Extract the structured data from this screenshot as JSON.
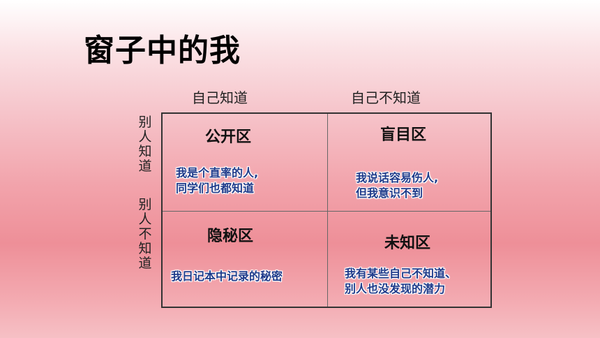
{
  "slide": {
    "title": "窗子中的我"
  },
  "columns": {
    "known_to_self": "自己知道",
    "unknown_to_self": "自己不知道"
  },
  "rows": {
    "known_to_others": "别人知道",
    "unknown_to_others": "别人不知道"
  },
  "quadrants": {
    "open": {
      "title": "公开区",
      "line1": "我是个直率的人,",
      "line2": "同学们也都知道"
    },
    "blind": {
      "title": "盲目区",
      "line1": "我说话容易伤人,",
      "line2": "但我意识不到"
    },
    "hidden": {
      "title": "隐秘区",
      "line1": "我日记本中记录的秘密"
    },
    "unknown": {
      "title": "未知区",
      "line1": "我有某些自己不知道、",
      "line2": "别人也没发现的潜力"
    }
  },
  "colors": {
    "example_text": "#1e3a8a",
    "grid_border": "#333333"
  }
}
